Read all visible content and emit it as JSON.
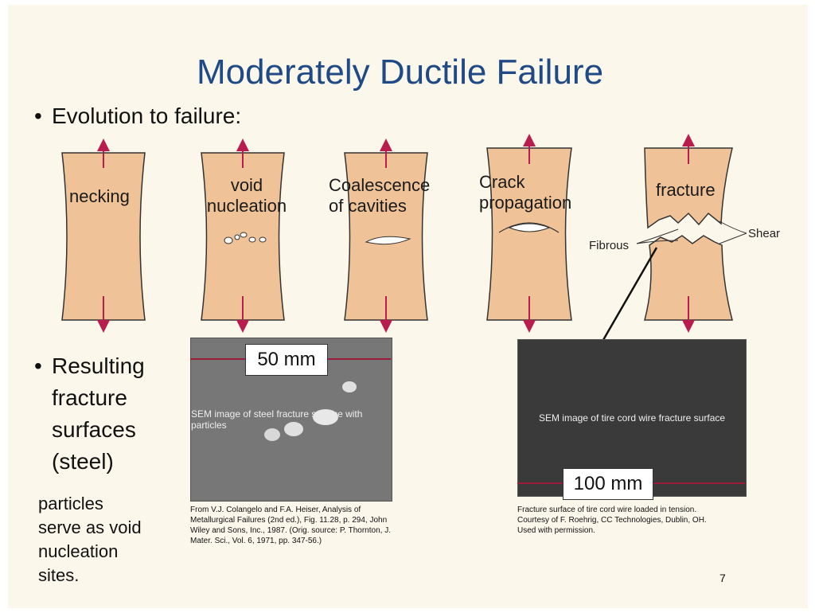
{
  "slide": {
    "title": "Moderately Ductile Failure",
    "bullet1": "Evolution to failure:",
    "bullet2_lines": [
      "Resulting",
      "fracture",
      "surfaces",
      "(steel)"
    ],
    "page_number": "7"
  },
  "stages": [
    {
      "label": "necking"
    },
    {
      "label": "void nucleation",
      "line1": "void",
      "line2": "nucleation"
    },
    {
      "label": "Coalescence of cavities",
      "line1": "Coalescence",
      "line2": "of cavities"
    },
    {
      "label": "Crack propagation",
      "line1": "Crack",
      "line2": "propagation"
    },
    {
      "label": "fracture"
    }
  ],
  "fracture_labels": {
    "fibrous": "Fibrous",
    "shear": "Shear"
  },
  "left_figure": {
    "scale": "50 mm",
    "photo_alt": "SEM image of steel fracture surface with particles",
    "caption_lines": [
      "From V.J. Colangelo and F.A. Heiser, Analysis of",
      "Metallurgical Failures (2nd ed.), Fig. 11.28, p. 294,  John",
      "Wiley and Sons, Inc., 1987.  (Orig. source:  P. Thornton, J.",
      "Mater. Sci., Vol. 6, 1971, pp. 347-56.)"
    ]
  },
  "right_figure": {
    "scale": "100 mm",
    "photo_alt": "SEM image of tire cord wire fracture surface",
    "caption_lines": [
      "Fracture surface of tire cord wire  loaded in tension.",
      "Courtesy of F. Roehrig, CC Technologies, Dublin, OH.",
      "Used with permission."
    ]
  },
  "particles_note": [
    "particles",
    "serve as void",
    "nucleation",
    "sites."
  ],
  "colors": {
    "specimen": "#efc397",
    "title": "#1f4a86",
    "arrow": "#b81d4d",
    "scale_line": "#9a1b3a"
  }
}
